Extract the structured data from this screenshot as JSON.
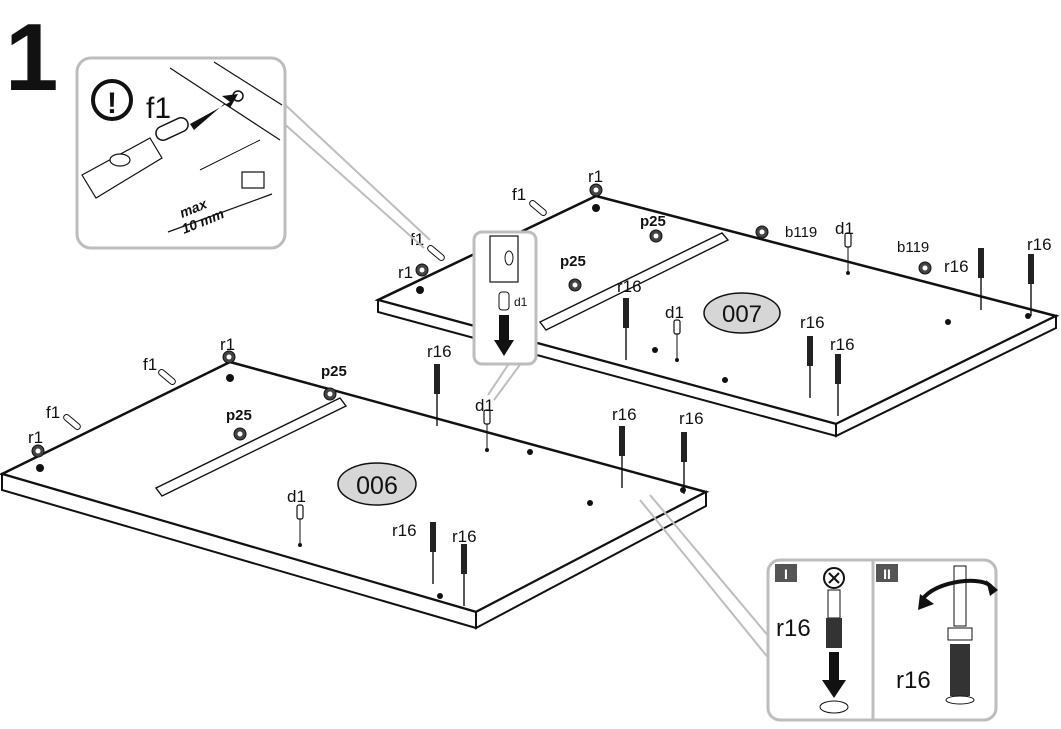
{
  "step": {
    "number": "1"
  },
  "inset_top": {
    "warning_glyph": "!",
    "part": "f1",
    "max_label": "max",
    "mm_label": "10 mm"
  },
  "inset_mid": {
    "part": "d1"
  },
  "inset_bottom": {
    "step1": "I",
    "step2": "II",
    "part1": "r16",
    "part2": "r16"
  },
  "panels": {
    "left": "006",
    "right": "007"
  },
  "labels_left": {
    "f1_a": "f1",
    "f1_b": "f1",
    "r1_a": "r1",
    "r1_b": "r1",
    "p25_a": "p25",
    "p25_b": "p25",
    "d1_a": "d1",
    "d1_b": "d1",
    "r16_a": "r16",
    "r16_b": "r16",
    "r16_c": "r16",
    "r16_d": "r16",
    "r16_e": "r16"
  },
  "labels_right": {
    "f1_a": "f1",
    "f1_b": "f1",
    "r1_a": "r1",
    "r1_b": "r1",
    "p25_a": "p25",
    "p25_b": "p25",
    "b119_a": "b119",
    "b119_b": "b119",
    "d1_a": "d1",
    "d1_b": "d1",
    "r16_a": "r16",
    "r16_b": "r16",
    "r16_c": "r16",
    "r16_d": "r16",
    "r16_e": "r16"
  },
  "colors": {
    "ink": "#111111",
    "panel_fill": "#ffffff",
    "inset_border": "#bdbdbd",
    "oval_fill": "#d6d6d6"
  }
}
